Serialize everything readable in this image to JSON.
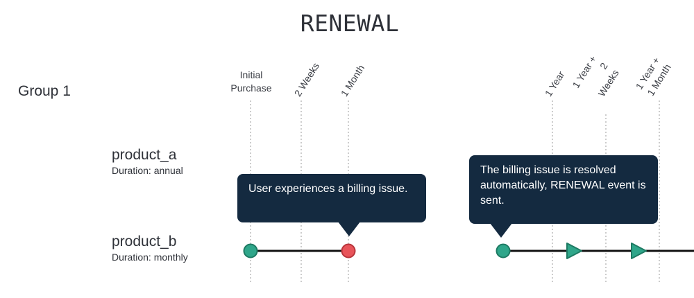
{
  "title": "RENEWAL",
  "group": "Group 1",
  "products": [
    {
      "name": "product_a",
      "duration": "Duration: annual"
    },
    {
      "name": "product_b",
      "duration": "Duration: monthly"
    }
  ],
  "milestones": {
    "initial": "Initial\nPurchase",
    "two_weeks": "2 Weeks",
    "one_month": "1 Month",
    "one_year": "1 Year",
    "one_year_two_weeks": "1 Year +\n2\nWeeks",
    "one_year_one_month": "1 Year +\n1 Month"
  },
  "callouts": {
    "billing_issue": "User experiences a billing issue.",
    "resolved": "The billing issue is resolved automatically, RENEWAL event is sent."
  },
  "colors": {
    "event_ok": "#2fa68a",
    "event_error": "#e8545a",
    "callout_bg": "#142a40",
    "line": "#111111",
    "guide": "#9a9a9a"
  },
  "events": [
    {
      "lane": "product_b",
      "at": "Initial Purchase",
      "marker": "circle",
      "status": "ok"
    },
    {
      "lane": "product_b",
      "at": "1 Month",
      "marker": "circle",
      "status": "error"
    },
    {
      "lane": "product_b",
      "at": "resolution",
      "marker": "circle",
      "status": "ok"
    },
    {
      "lane": "product_b",
      "at": "1 Year + 2 Weeks",
      "marker": "triangle",
      "status": "ok"
    },
    {
      "lane": "product_b",
      "at": "1 Year + 1 Month",
      "marker": "triangle",
      "status": "ok"
    }
  ]
}
